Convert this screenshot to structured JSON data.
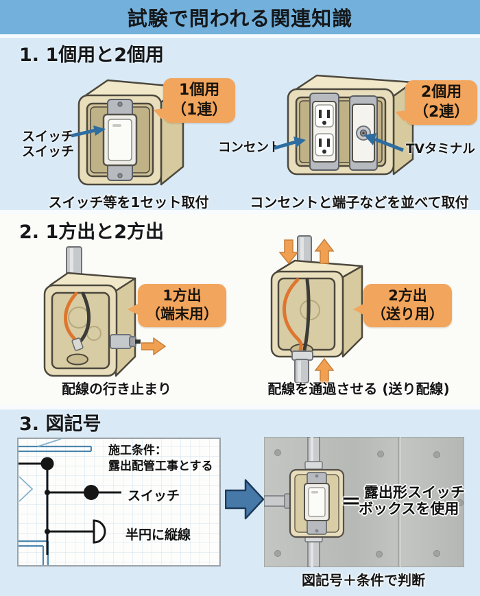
{
  "title": "試験で問われる関連知識",
  "colors": {
    "header_blue": "#73B1DC",
    "panel_blue": "#D9EAF6",
    "panel_white": "#FBFBF7",
    "callout_orange": "#F2A55C",
    "label_arrow_blue": "#2E6DA0",
    "big_arrow_blue": "#4678A8",
    "box_beige": "#E8DEBC",
    "concrete_gray": "#BDC0BC",
    "ink": "#1A1A1A"
  },
  "s1": {
    "heading": "1. 1個用と2個用",
    "left": {
      "callout1": "1個用",
      "callout2": "（1連）",
      "label1": "スイッチ",
      "label2": "スイッチ",
      "caption": "スイッチ等を1セット取付"
    },
    "right": {
      "callout1": "2個用",
      "callout2": "（2連）",
      "outlet": "コンセント",
      "tv": "TVタミナル",
      "caption": "コンセントと端子などを並べて取付"
    }
  },
  "s2": {
    "heading": "2. 1方出と2方出",
    "left": {
      "callout1": "1方出",
      "callout2": "（端末用）",
      "caption": "配線の行き止まり"
    },
    "right": {
      "callout1": "2方出",
      "callout2": "（送り用）",
      "caption": "配線を通過させる (送り配線)"
    }
  },
  "s3": {
    "heading": "3. 図記号",
    "plan": {
      "cond1": "施工条件：",
      "cond2": "露出配管工事とする",
      "switch": "スイッチ",
      "semi": "半円に縦線"
    },
    "equals": "＝",
    "result1": "露出形スイッチ",
    "result2": "ボックスを使用",
    "caption": "図記号＋条件で判断"
  }
}
